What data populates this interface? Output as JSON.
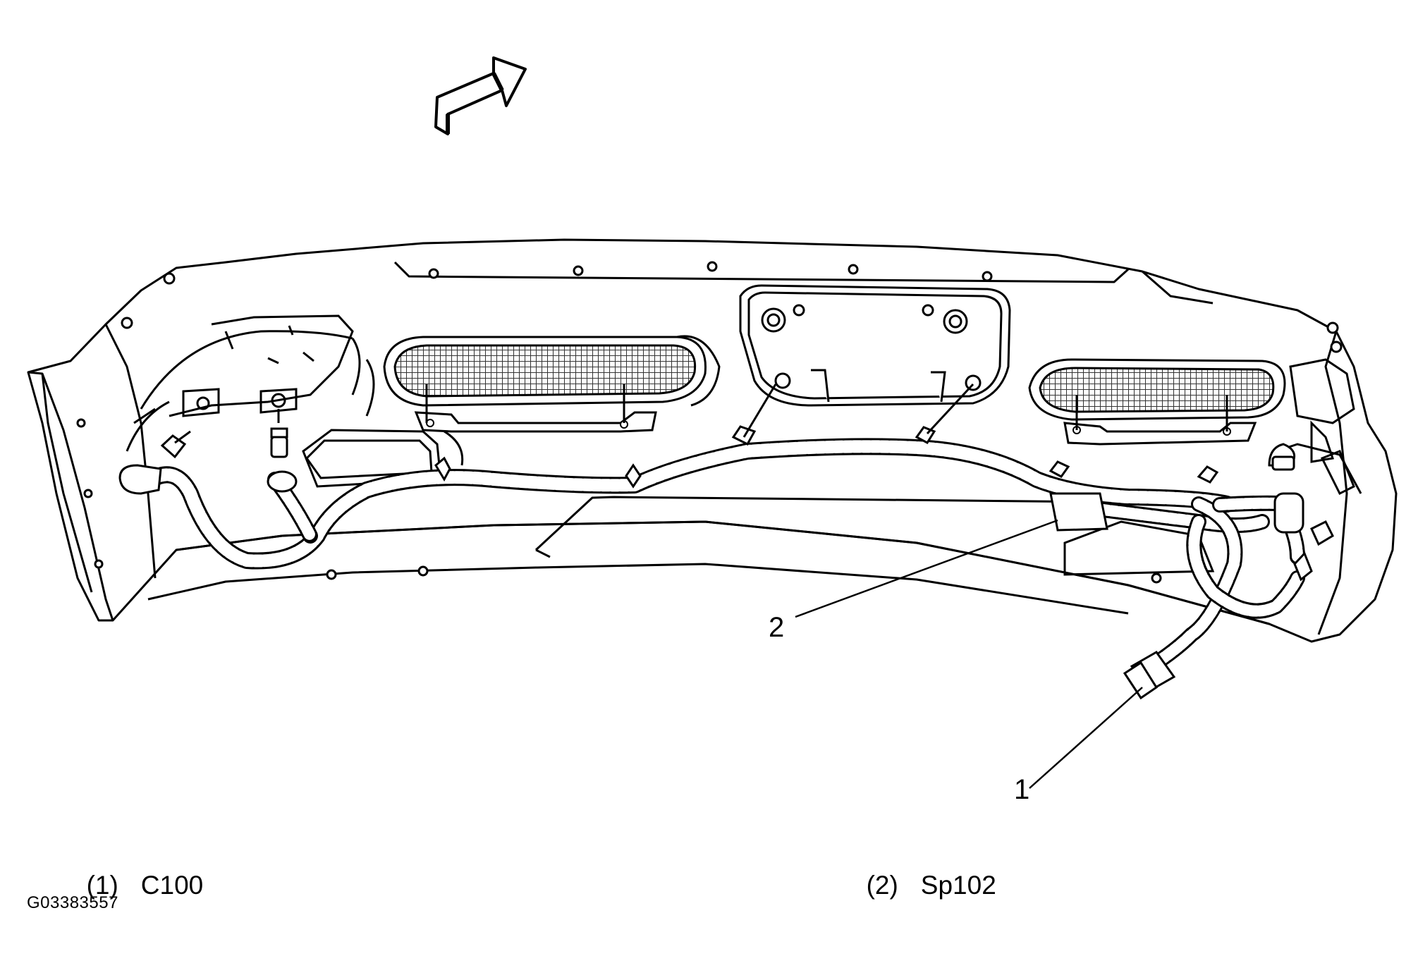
{
  "callouts": [
    {
      "id": "1",
      "label": "1"
    },
    {
      "id": "2",
      "label": "2"
    }
  ],
  "legend": [
    {
      "num": "(1)",
      "text": "C100"
    },
    {
      "num": "(2)",
      "text": "Sp102"
    }
  ],
  "figure_id": "G03383557",
  "colors": {
    "ink": "#000000",
    "paper": "#ffffff",
    "mesh": "#777777"
  }
}
